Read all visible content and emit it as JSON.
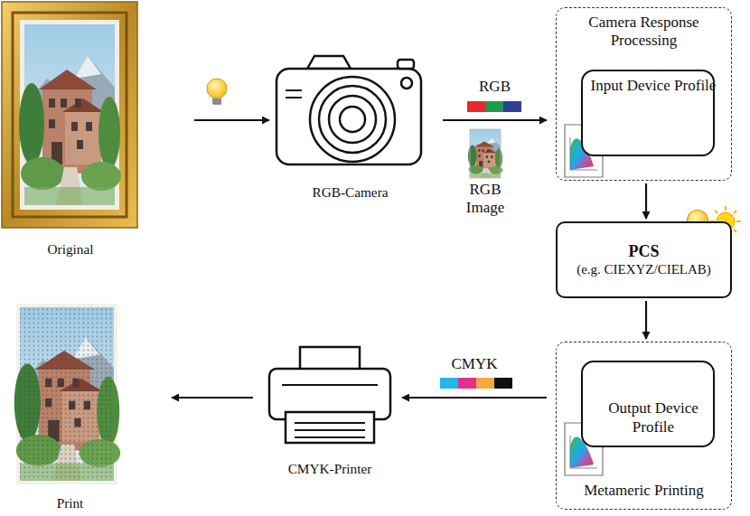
{
  "diagram": {
    "nodes": [
      {
        "text": [
          "Original"
        ]
      },
      {
        "text": [
          "RGB-Camera"
        ]
      },
      {
        "text": [
          "Camera Response Processing"
        ]
      },
      {
        "text": [
          "Input Device Profile"
        ],
        "in": 2
      },
      {
        "text": [
          "PCS",
          "(e.g. CIEXYZ/CIELAB)"
        ]
      },
      {
        "text": [
          "Metameric Printing"
        ]
      },
      {
        "text": [
          "Output Device Profile"
        ],
        "in": 5
      },
      {
        "text": [
          "CMYK-Printer"
        ]
      },
      {
        "text": [
          "Print"
        ]
      }
    ],
    "edges": [
      {
        "from": 0,
        "to": 1,
        "arrow": "to"
      },
      {
        "from": 1,
        "to": 2,
        "label": "RGB",
        "arrow": "to"
      },
      {
        "from": 2,
        "to": 4,
        "arrow": "to"
      },
      {
        "from": 4,
        "to": 5,
        "arrow": "to"
      },
      {
        "from": 5,
        "to": 7,
        "label": "CMYK",
        "arrow": "to"
      },
      {
        "from": 7,
        "to": 8,
        "arrow": "to"
      }
    ],
    "labels": [
      "RGB Image"
    ]
  }
}
